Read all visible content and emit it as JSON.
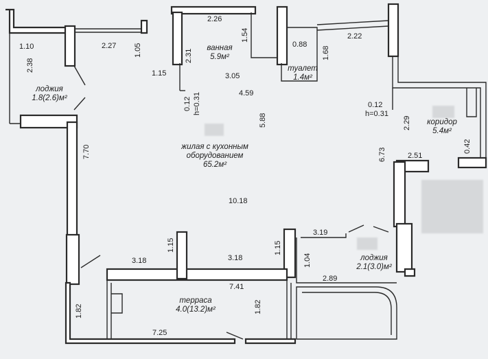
{
  "rooms": {
    "living": {
      "name_l1": "жилая с кухонным",
      "name_l2": "оборудованием",
      "area": "65.2м²"
    },
    "bath": {
      "name": "ванная",
      "area": "5.9м²"
    },
    "toilet": {
      "name": "туалет",
      "area": "1.4м²"
    },
    "corridor": {
      "name": "коридор",
      "area": "5.4м²"
    },
    "loggia_left": {
      "name": "лоджия",
      "area": "1.8(2.6)м²"
    },
    "loggia_right": {
      "name": "лоджия",
      "area": "2.1(3.0)м²"
    },
    "terrace": {
      "name": "терраса",
      "area": "4.0(13.2)м²"
    }
  },
  "dimensions": {
    "d_2_26": "2.26",
    "d_2_27": "2.27",
    "d_1_10": "1.10",
    "d_2_38": "2.38",
    "d_1_05": "1.05",
    "d_1_15_a": "1.15",
    "d_2_31": "2.31",
    "d_1_54": "1.54",
    "d_0_88": "0.88",
    "d_1_68": "1.68",
    "d_2_22": "2.22",
    "d_3_05": "3.05",
    "d_4_59": "4.59",
    "d_0_12_a": "0.12",
    "d_h031_a": "h=0.31",
    "d_0_12_b": "0.12",
    "d_h031_b": "h=0.31",
    "d_2_29": "2.29",
    "d_5_88": "5.88",
    "d_0_42": "0.42",
    "d_6_73": "6.73",
    "d_2_51": "2.51",
    "d_7_70": "7.70",
    "d_10_18": "10.18",
    "d_3_19": "3.19",
    "d_1_15_b": "1.15",
    "d_1_15_c": "1.15",
    "d_3_18_a": "3.18",
    "d_3_18_b": "3.18",
    "d_1_04": "1.04",
    "d_2_89": "2.89",
    "d_7_41": "7.41",
    "d_1_82_a": "1.82",
    "d_1_82_b": "1.82",
    "d_7_25": "7.25"
  }
}
